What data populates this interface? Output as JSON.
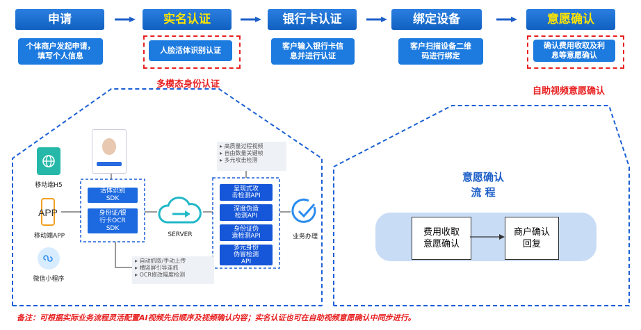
{
  "steps": [
    {
      "label": "申请",
      "desc": "个体商户发起申请，\n填写个人信息"
    },
    {
      "label": "实名认证",
      "desc": "人脸活体识别认证"
    },
    {
      "label": "银行卡认证",
      "desc": "客户输入银行卡信\n息并进行认证"
    },
    {
      "label": "绑定设备",
      "desc": "客户扫描设备二维\n码进行绑定"
    },
    {
      "label": "意愿确认",
      "desc": "确认费用收取及利\n息等意愿确认"
    }
  ],
  "left_title": "多模态身份认证",
  "right_title": "自助视频意愿确认",
  "clients": [
    {
      "label": "移动端H5",
      "icon": "globe-icon"
    },
    {
      "label": "移动端APP",
      "icon": "app-icon"
    },
    {
      "label": "微信小程序",
      "icon": "mini-program-icon"
    }
  ],
  "sdks": [
    "活体识别\nSDK",
    "身份证/银\n行卡OCR\nSDK"
  ],
  "server_label": "SERVER",
  "apis": [
    "呈现式攻\n击检测API",
    "深度伪造\n检测API",
    "身份证伪\n造检测API",
    "多元身份\n伪冒检测\nAPI"
  ],
  "business_label": "业务办理",
  "top_notes": [
    "高质量过程视频",
    "自由数量关键帧",
    "多元攻击检测"
  ],
  "bottom_notes": [
    "自动抓取/手动上传",
    "横竖屏引导连抓",
    "OCR修改幅度检测"
  ],
  "flow_title": "意愿确认\n流  程",
  "flow_boxes": [
    "费用收取\n意愿确认",
    "商户确认\n回复"
  ],
  "footer": "备注：可根据实际业务流程灵活配置AI视频先后顺序及视频确认内容；实名认证也可在自助视频意愿确认中同步进行。",
  "colors": {
    "primary": "#1d7be0",
    "red": "#e82020",
    "yellow": "#ffe400",
    "dashed": "#1a5fd6"
  }
}
